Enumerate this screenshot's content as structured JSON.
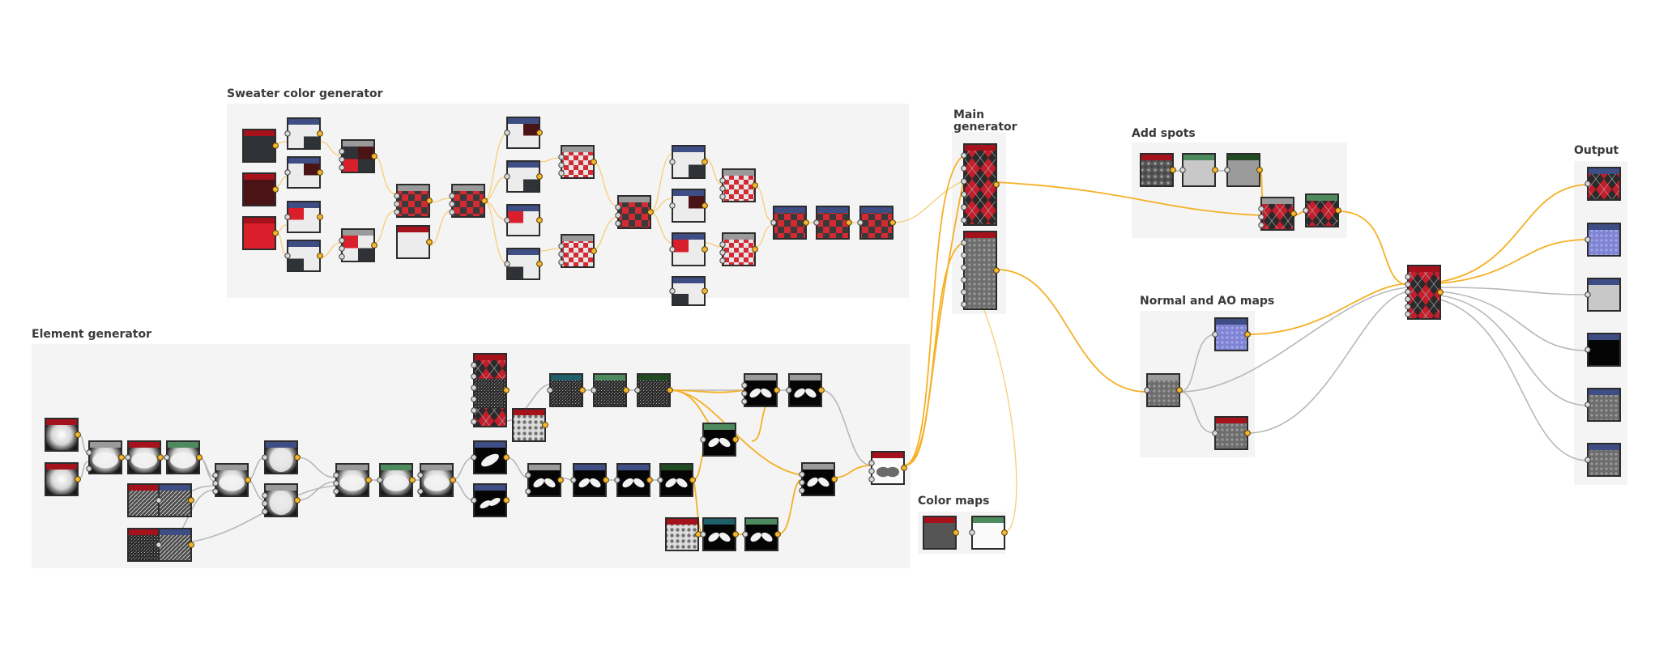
{
  "frames": {
    "sweater": {
      "title": "Sweater color generator"
    },
    "element": {
      "title": "Element generator"
    },
    "main": {
      "title_line1": "Main",
      "title_line2": "generator"
    },
    "spots": {
      "title": "Add spots"
    },
    "normal": {
      "title": "Normal and AO maps"
    },
    "colormaps": {
      "title": "Color maps"
    },
    "output": {
      "title": "Output"
    }
  },
  "colors": {
    "frame": "#f4f4f4",
    "red_header": "#a5121b",
    "blue_header": "#3f4d85",
    "gray_header": "#9a9a9a",
    "green_header": "#4d8a5d",
    "teal_header": "#1f5f6a",
    "darkgreen_header": "#1f4a22",
    "wire_orange": "#f5b025",
    "wire_gray": "#b8b8b8",
    "port_out": "#f5b731"
  },
  "icons": {
    "output_port": "orange-dot",
    "input_port": "gray-dot"
  }
}
